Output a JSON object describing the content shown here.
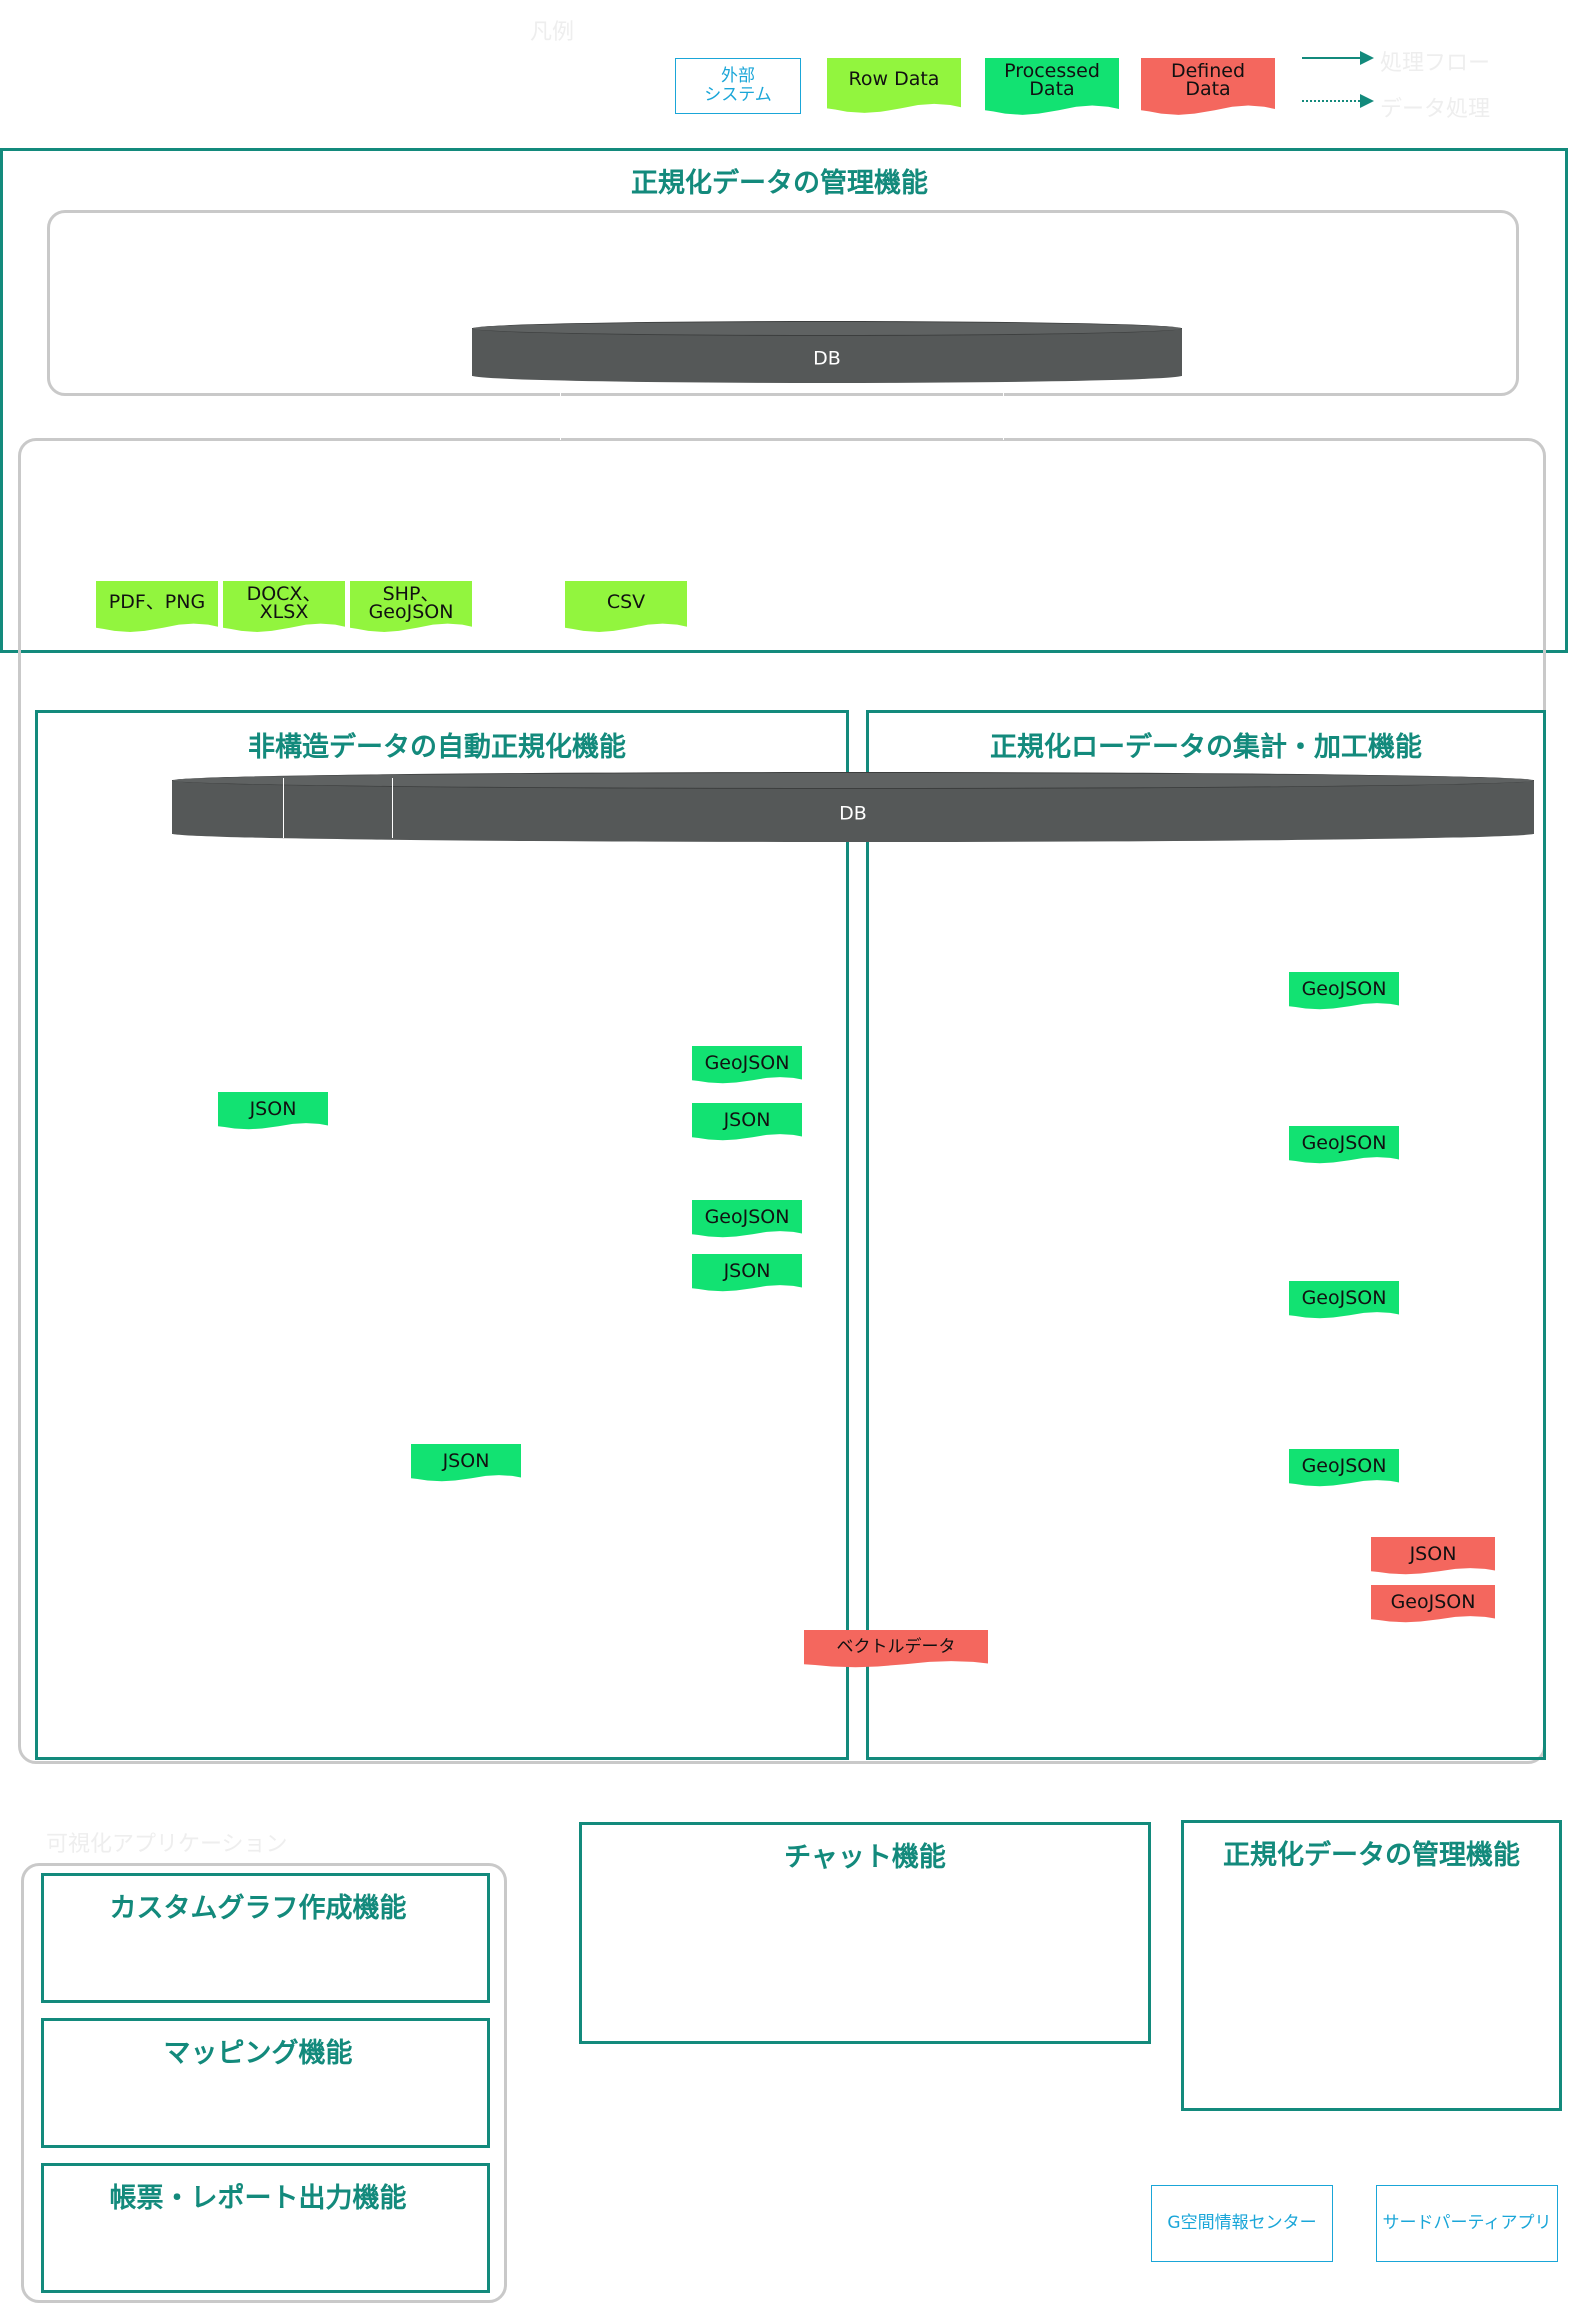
{
  "legend": {
    "title": "凡例",
    "external_system": "外部\nシステム",
    "row_data": "Row Data",
    "processed_data": "Processed\nData",
    "defined_data": "Defined\nData",
    "process_flow": "処理フロー",
    "data_processing": "データ処理",
    "colors": {
      "external": "#1aa6d8",
      "row": "#92f53e",
      "processed": "#12e272",
      "defined": "#f4675e",
      "frame": "#138a7c"
    }
  },
  "top_section": {
    "title": "正規化データの管理機能",
    "db_label": "DB"
  },
  "raw_inputs": [
    {
      "label": "PDF、PNG"
    },
    {
      "label": "DOCX、\nXLSX"
    },
    {
      "label": "SHP、\nGeoJSON"
    },
    {
      "label": "CSV"
    }
  ],
  "left_panel": {
    "title": "非構造データの自動正規化機能",
    "outputs": [
      {
        "label": "GeoJSON"
      },
      {
        "label": "JSON"
      },
      {
        "label": "JSON"
      },
      {
        "label": "GeoJSON"
      },
      {
        "label": "JSON"
      },
      {
        "label": "JSON"
      }
    ]
  },
  "right_panel": {
    "title": "正規化ローデータの集計・加工機能",
    "outputs": [
      {
        "label": "GeoJSON"
      },
      {
        "label": "GeoJSON"
      },
      {
        "label": "GeoJSON"
      },
      {
        "label": "GeoJSON"
      }
    ],
    "defined": [
      {
        "label": "JSON"
      },
      {
        "label": "GeoJSON"
      }
    ]
  },
  "middle_db_label": "DB",
  "vector_data": "ベクトルデータ",
  "visualization": {
    "group_label": "可視化アプリケーション",
    "items": [
      {
        "label": "カスタムグラフ作成機能"
      },
      {
        "label": "マッピング機能"
      },
      {
        "label": "帳票・レポート出力機能"
      }
    ]
  },
  "chat": {
    "title": "チャット機能"
  },
  "bottom_management": {
    "title": "正規化データの管理機能"
  },
  "external_systems": [
    {
      "label": "G空間情報センター"
    },
    {
      "label": "サードパーティアプリ"
    }
  ]
}
